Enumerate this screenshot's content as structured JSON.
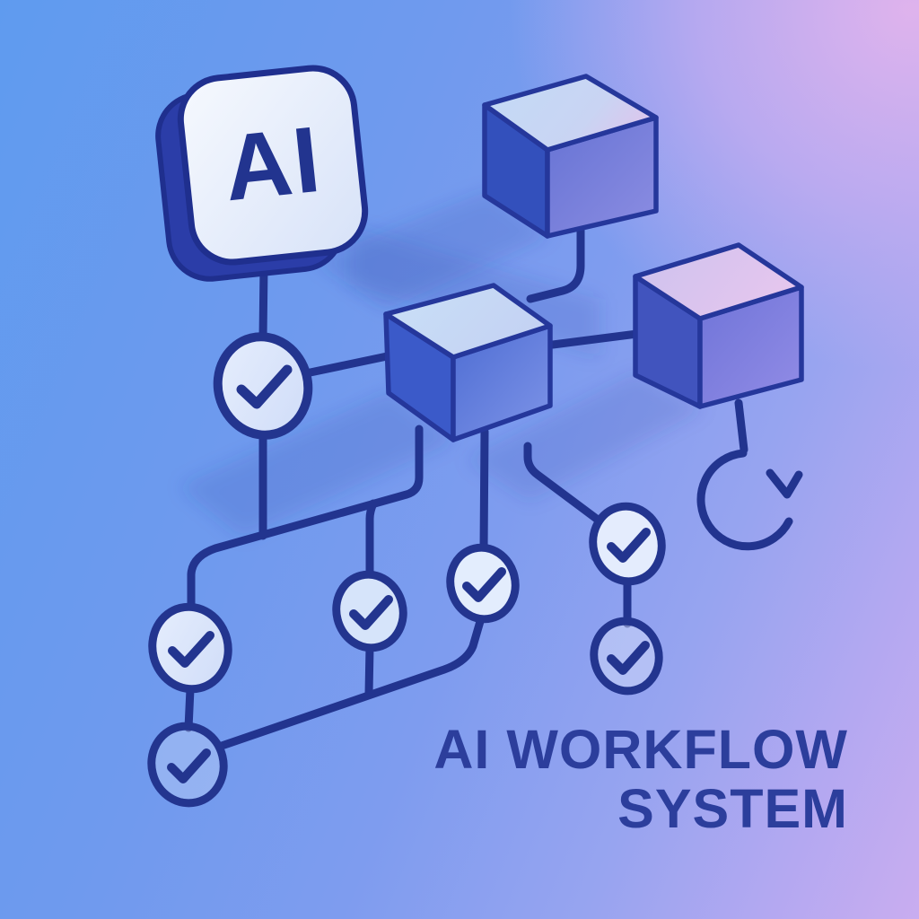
{
  "illustration": {
    "badge": {
      "label": "AI"
    },
    "title": {
      "line1": "AI WORKFLOW",
      "line2": "SYSTEM"
    },
    "colors": {
      "background_blue": "#6f9aee",
      "background_lavender": "#c9adf0",
      "background_pink": "#e7bcec",
      "line_navy": "#22348f",
      "outline_navy": "#25379b",
      "badge_face_light": "#f3f7fe",
      "badge_face_shade": "#d9e3f8",
      "check_circle_fill": "#dbe7fb",
      "cube_top_light_blue": "#c7ddf6",
      "cube_side_dark_blue": "#3a55c4",
      "cube_front_blue": "#5575d8",
      "cube_front_purple": "#7e87e0",
      "cube_top_lavender": "#d9c6ef",
      "title_text": "#2c3e9c"
    },
    "nodes": [
      "ai-badge",
      "cube-top",
      "cube-middle",
      "cube-right",
      "check-node-1",
      "check-node-2",
      "check-node-3",
      "check-node-4",
      "check-node-5",
      "check-node-6",
      "check-node-7",
      "loop-arrow"
    ]
  }
}
